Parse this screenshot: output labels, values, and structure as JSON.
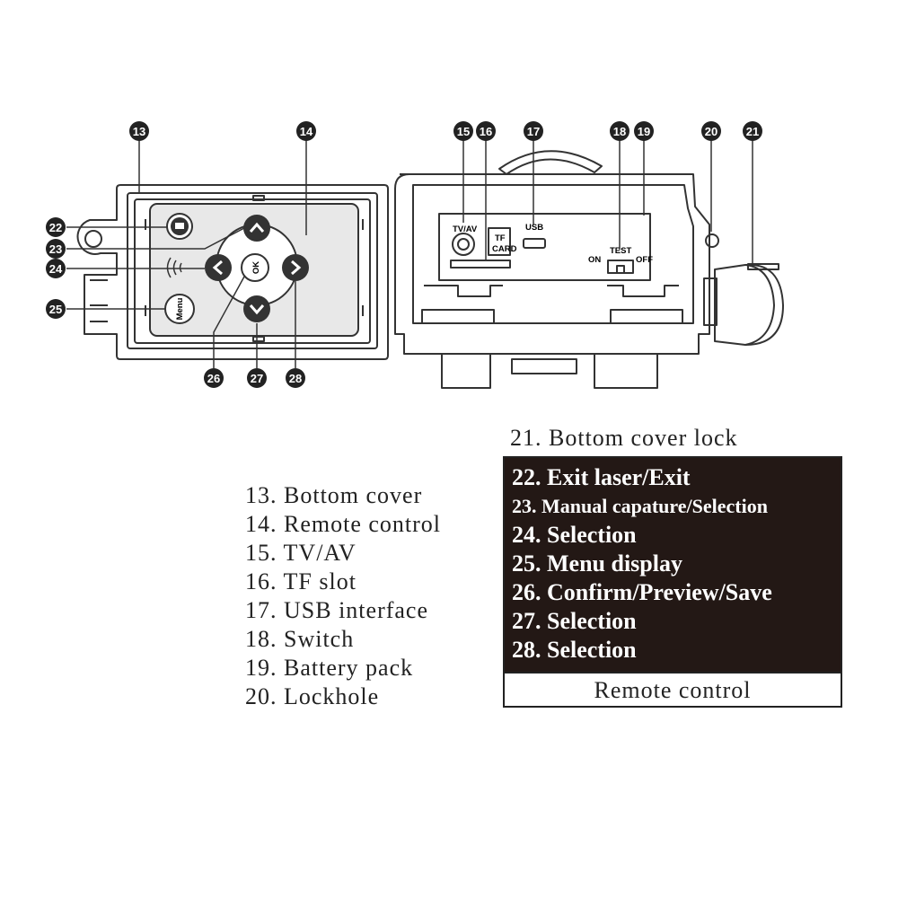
{
  "callouts": [
    "13",
    "14",
    "15",
    "16",
    "17",
    "18",
    "19",
    "20",
    "21",
    "22",
    "23",
    "24",
    "25",
    "26",
    "27",
    "28"
  ],
  "panel_labels": {
    "tv_av": "TV/AV",
    "tf": "TF",
    "card": "CARD",
    "usb": "USB",
    "on": "ON",
    "test": "TEST",
    "off": "OFF",
    "ok": "OK",
    "menu": "Menu"
  },
  "legend_left": [
    "13. Bottom cover",
    "14. Remote control",
    "15. TV/AV",
    "16. TF slot",
    "17. USB interface",
    "18. Switch",
    "19. Battery pack",
    "20. Lockhole"
  ],
  "legend_top": "21. Bottom cover lock",
  "remote_items": [
    "22. Exit laser/Exit",
    "23. Manual capature/Selection",
    "24. Selection",
    "25. Menu display",
    "26. Confirm/Preview/Save",
    "27. Selection",
    "28. Selection"
  ],
  "remote_caption": "Remote control",
  "colors": {
    "line": "#333333",
    "callout_fill": "#222222",
    "remote_fill": "#e8e8e8",
    "button_fill": "#333333",
    "legend_box_bg": "#231815"
  }
}
